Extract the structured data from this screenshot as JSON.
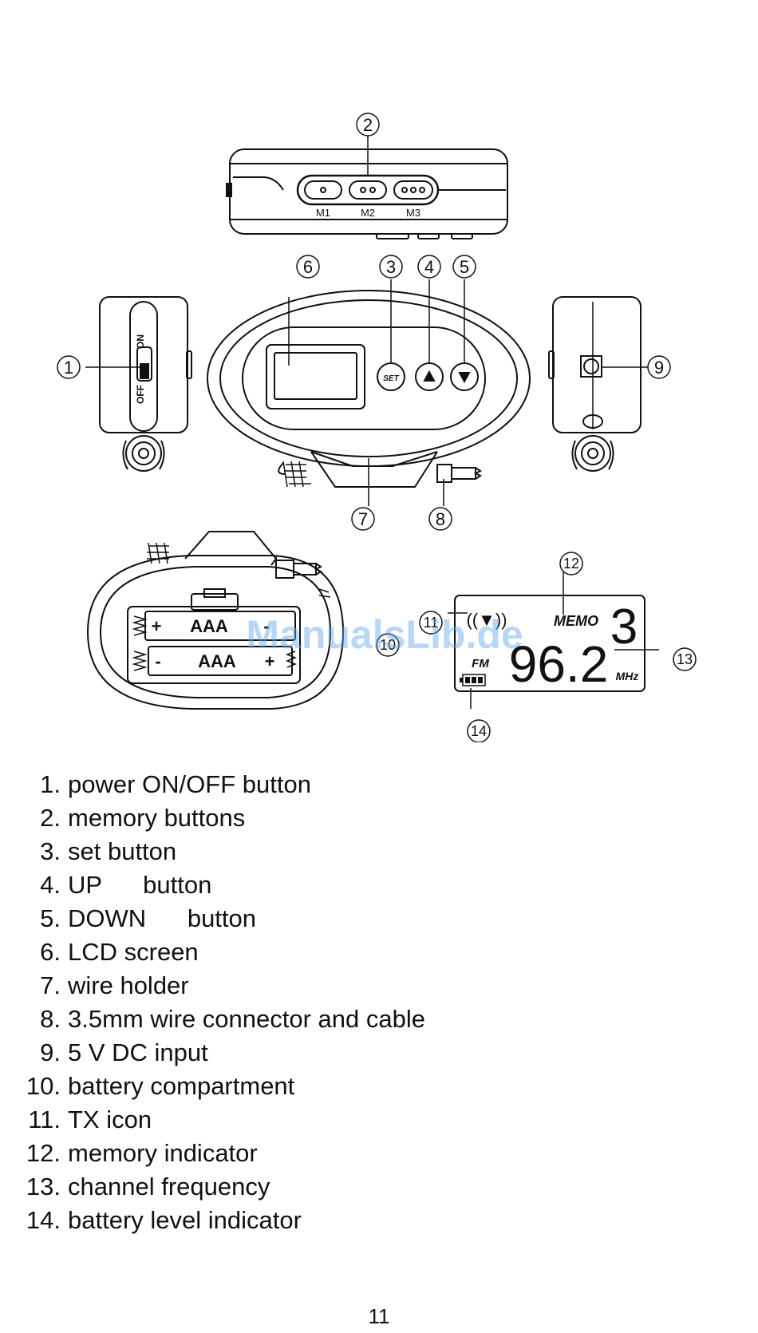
{
  "figure": {
    "memory_button_labels": [
      "M1",
      "M2",
      "M3"
    ],
    "switch_on": "ON",
    "switch_off": "OFF",
    "set_label": "SET",
    "battery_label": "AAA",
    "plus": "+",
    "minus": "-",
    "lcd": {
      "memo_label": "MEMO",
      "memory_number": "3",
      "band": "FM",
      "frequency": "96.2",
      "unit": "MHz"
    },
    "callouts": [
      "1",
      "2",
      "3",
      "4",
      "5",
      "6",
      "7",
      "8",
      "9",
      "10",
      "11",
      "12",
      "13",
      "14"
    ],
    "watermark": "ManualsLib.de"
  },
  "legend": [
    {
      "num": "1.",
      "text": "power ON/OFF button"
    },
    {
      "num": "2.",
      "text": "memory buttons"
    },
    {
      "num": "3.",
      "text": "set button"
    },
    {
      "num": "4.",
      "text": "UP      button"
    },
    {
      "num": "5.",
      "text": "DOWN      button"
    },
    {
      "num": "6.",
      "text": "LCD screen"
    },
    {
      "num": "7.",
      "text": "wire holder"
    },
    {
      "num": "8.",
      "text": "3.5mm wire connector and cable"
    },
    {
      "num": "9.",
      "text": "5 V DC input"
    },
    {
      "num": "10.",
      "text": "battery compartment"
    },
    {
      "num": "11.",
      "text": "TX icon"
    },
    {
      "num": "12.",
      "text": "memory indicator"
    },
    {
      "num": "13.",
      "text": "channel frequency"
    },
    {
      "num": "14.",
      "text": "battery level indicator"
    }
  ],
  "page_number": "11"
}
